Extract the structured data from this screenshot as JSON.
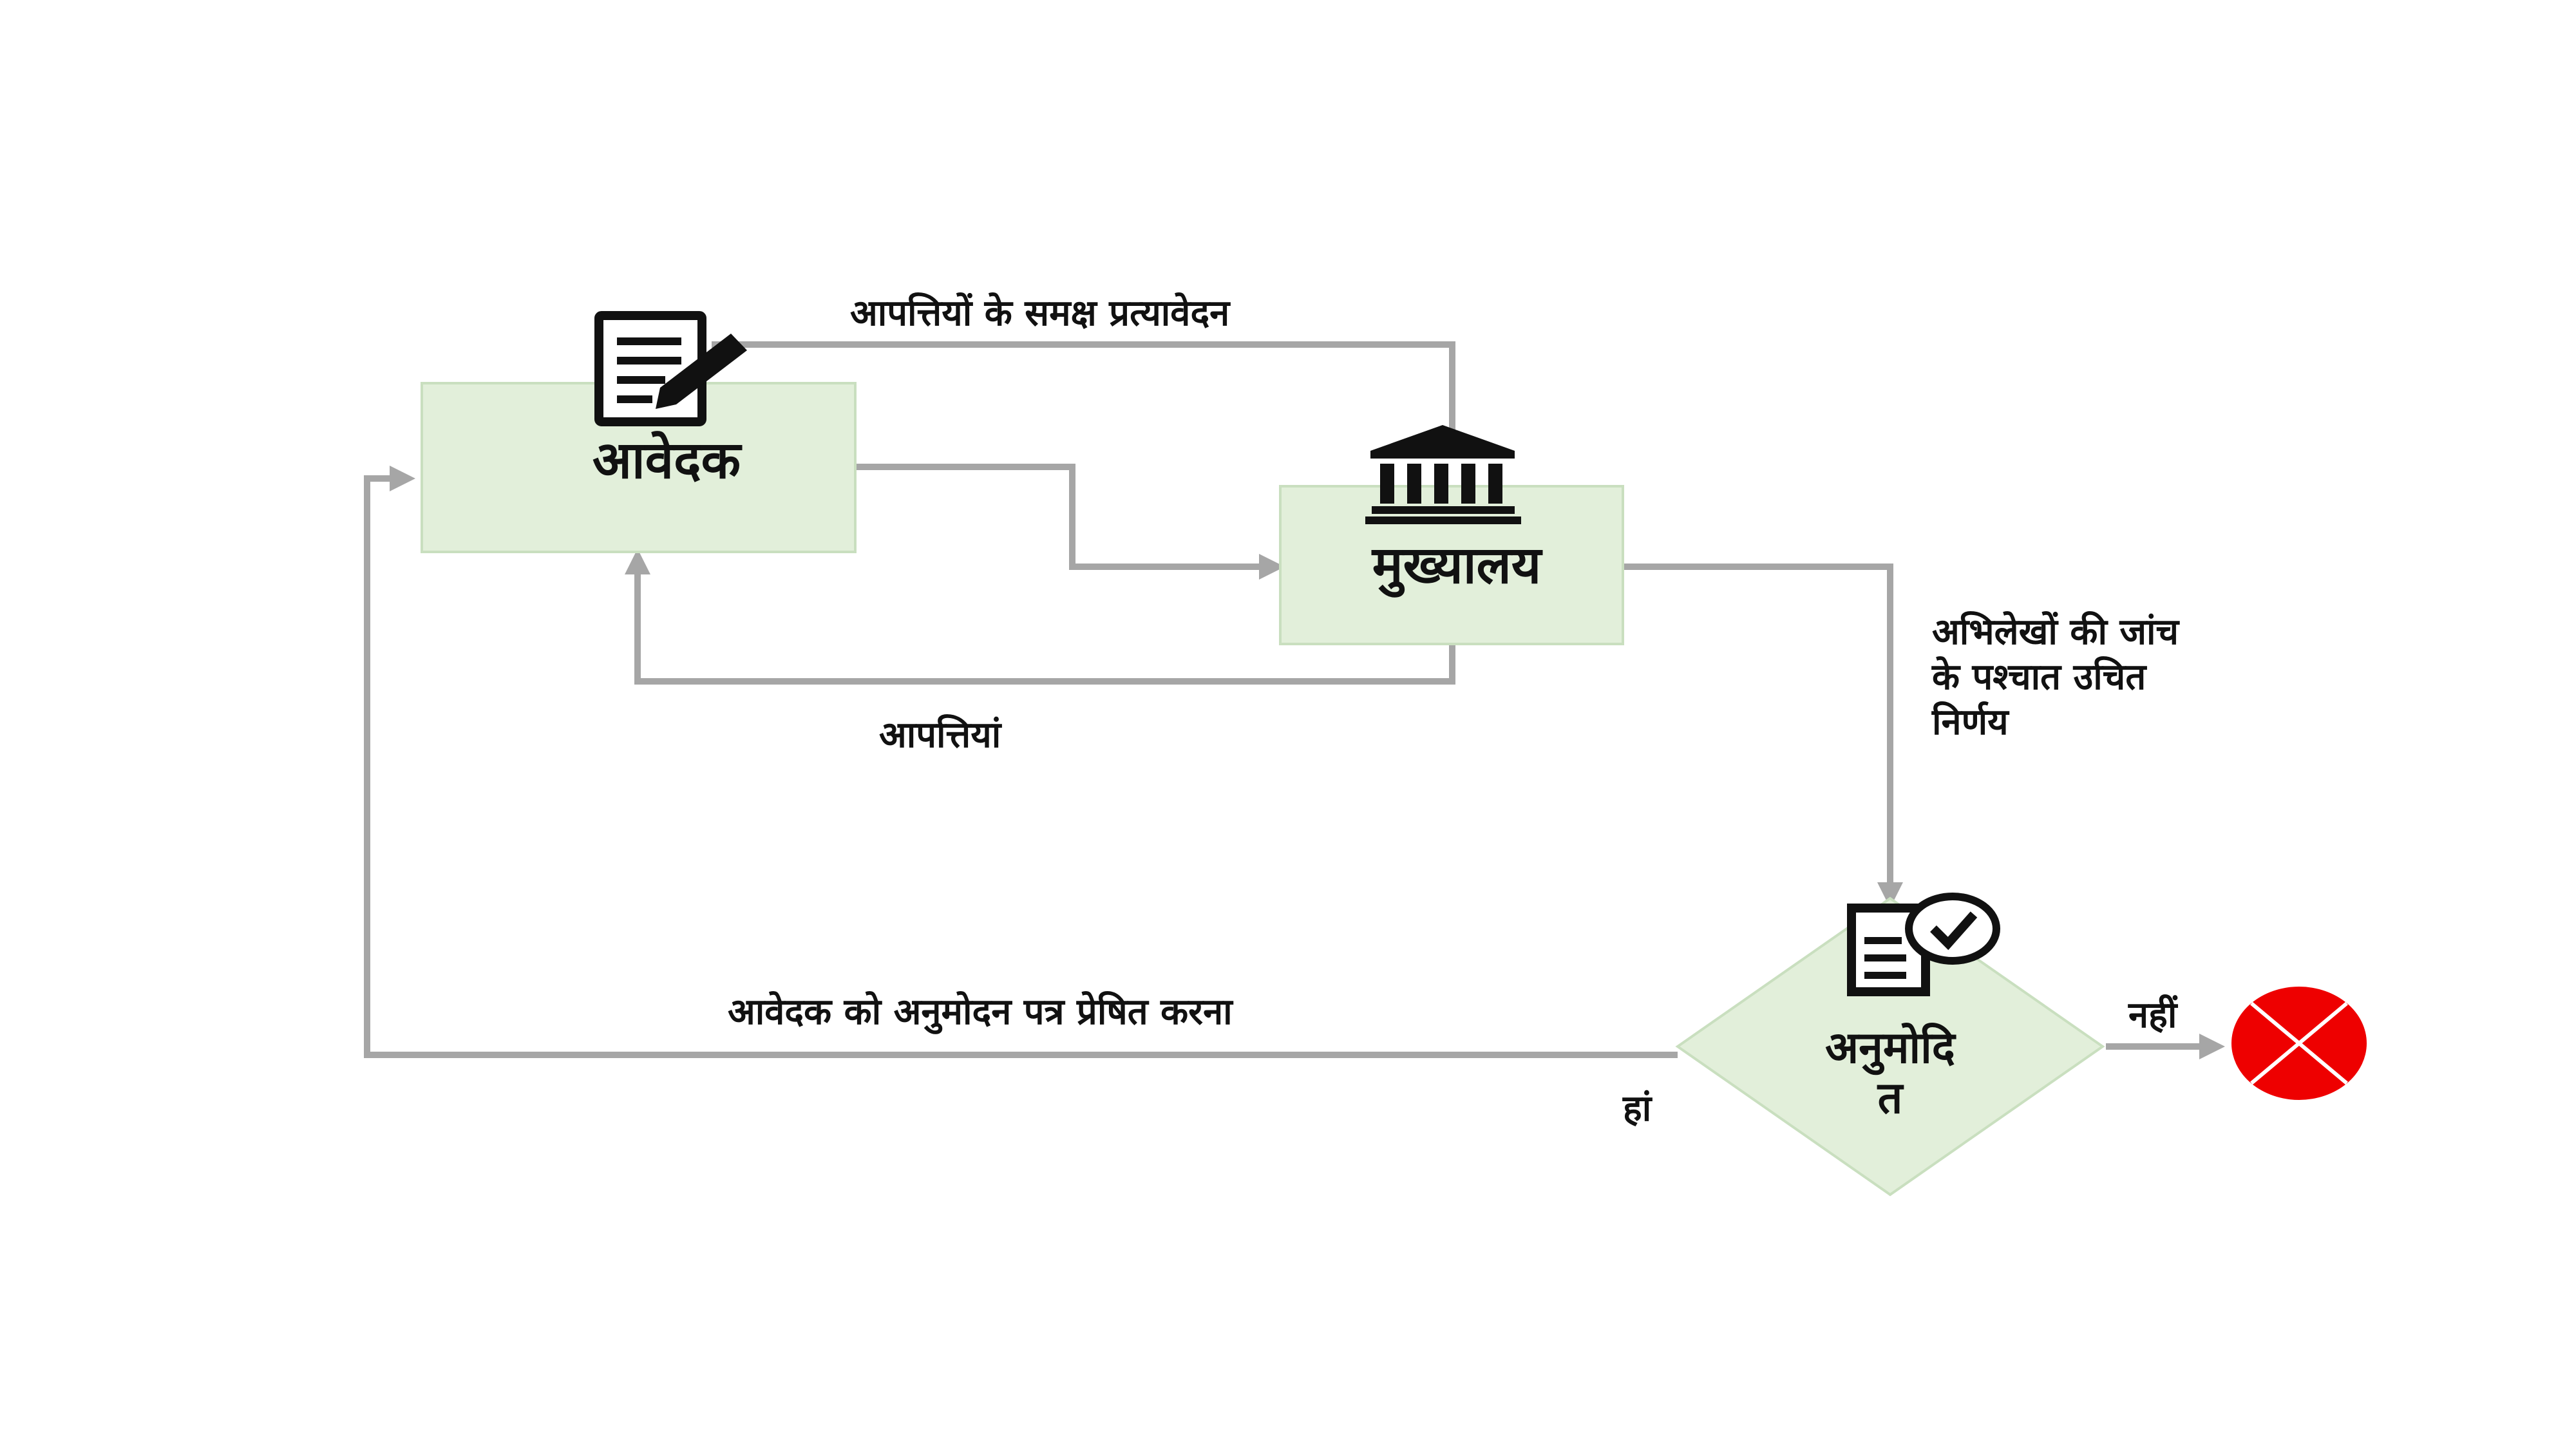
{
  "nodes": {
    "applicant": {
      "label": "आवेदक",
      "icon": "document-pen-icon"
    },
    "headquarters": {
      "label": "मुख्यालय",
      "icon": "government-building-icon"
    },
    "approved": {
      "label_line1": "अनुमोदि",
      "label_line2": "त",
      "icon": "document-check-icon"
    },
    "rejected": {
      "icon": "red-x-circle-icon"
    }
  },
  "edges": {
    "representation_against_objections": "आपत्तियों के समक्ष प्रत्यावेदन",
    "objections": "आपत्तियां",
    "decision_line1": "अभिलेखों की जांच",
    "decision_line2": "के पश्चात उचित",
    "decision_line3": "निर्णय",
    "send_approval_letter": "आवेदक को अनुमोदन पत्र प्रेषित  करना",
    "yes": "हां",
    "no": "नहीं"
  },
  "colors": {
    "box_fill": "#e2efda",
    "box_stroke": "#c9dfbf",
    "connector": "#a6a6a6",
    "reject": "#ee0000"
  }
}
